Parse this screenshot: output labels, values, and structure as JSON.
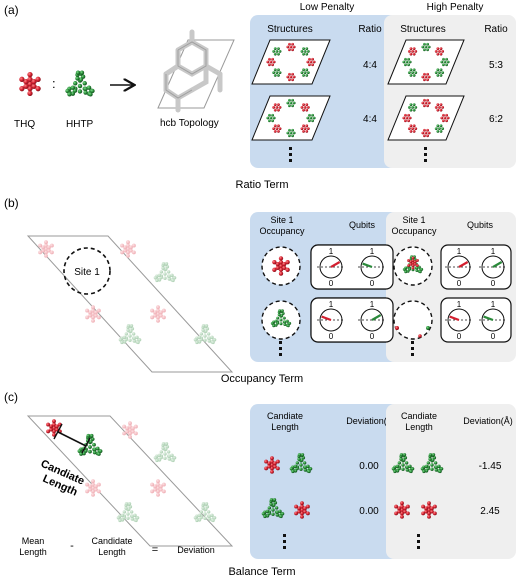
{
  "panel_a": {
    "label": "(a)",
    "left": {
      "thq": "THQ",
      "colon": ":",
      "hhtp": "HHTP",
      "topology": "hcb Topology"
    },
    "low_box": {
      "title": "Low Penalty",
      "col1": "Structures",
      "col2": "Ratio",
      "ratios": [
        "4:4",
        "4:4"
      ]
    },
    "high_box": {
      "title": "High Penalty",
      "col1": "Structures",
      "col2": "Ratio",
      "ratios": [
        "5:3",
        "6:2"
      ]
    },
    "caption": "Ratio Term"
  },
  "panel_b": {
    "label": "(b)",
    "site": "Site 1",
    "low_box": {
      "col1_line1": "Site 1",
      "col1_line2": "Occupancy",
      "col2": "Qubits"
    },
    "high_box": {
      "col1_line1": "Site 1",
      "col1_line2": "Occupancy",
      "col2": "Qubits"
    },
    "qubit_top": "1",
    "qubit_bottom": "0",
    "caption": "Occupancy Term"
  },
  "panel_c": {
    "label": "(c)",
    "candidate_line1": "Candiate",
    "candidate_line2": "Length",
    "eq_mean_1": "Mean",
    "eq_mean_2": "Length",
    "eq_minus": "-",
    "eq_cand_1": "Candidate",
    "eq_cand_2": "Length",
    "eq_equals": "=",
    "eq_dev": "Deviation",
    "low_box": {
      "col1_line1": "Candiate",
      "col1_line2": "Length",
      "col2": "Deviation(Å)",
      "values": [
        "0.00",
        "0.00"
      ]
    },
    "high_box": {
      "col1_line1": "Candiate",
      "col1_line2": "Length",
      "col2": "Deviation(Å)",
      "values": [
        "-1.45",
        "2.45"
      ]
    },
    "caption": "Balance Term"
  },
  "colors": {
    "red": "#d42030",
    "green": "#2a8a3a",
    "blue_box": "#c9dbef",
    "gray_box": "#efefef",
    "pale_red": "#f1bcc1",
    "pale_green": "#b9d7bd"
  },
  "icons": [
    "molecule-thq-icon",
    "molecule-hhtp-icon",
    "arrow-right-icon",
    "hcb-topology-icon",
    "vertical-ellipsis-icon",
    "qubit-dial-icon"
  ]
}
